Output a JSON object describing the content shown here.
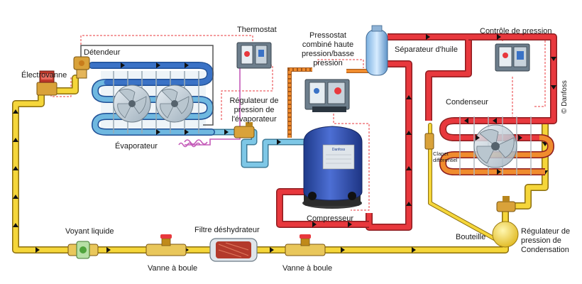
{
  "labels": {
    "detendeur": "Détendeur",
    "electrovanne": "Électrovanne",
    "thermostat": "Thermostat",
    "pressostat": "Pressostat combiné haute pression/basse pression",
    "pressostat_l1": "Pressostat",
    "pressostat_l2": "combiné haute",
    "pressostat_l3": "pression/basse",
    "pressostat_l4": "pression",
    "separateur": "Séparateur d'huile",
    "controle_pression": "Contrôle de pression",
    "condenseur": "Condenseur",
    "regulateur_evap_l1": "Régulateur de",
    "regulateur_evap_l2": "pression de",
    "regulateur_evap_l3": "l'évaporateur",
    "evaporateur": "Évaporateur",
    "clapet_l1": "Clapet",
    "clapet_l2": "différentiel",
    "compresseur": "Compresseur",
    "voyant": "Voyant liquide",
    "filtre": "Filtre déshydrateur",
    "vanne_gauche": "Vanne à boule",
    "vanne_droite": "Vanne à boule",
    "bouteille": "Bouteille",
    "regulateur_cond_l1": "Régulateur de",
    "regulateur_cond_l2": "pression de",
    "regulateur_cond_l3": "Condensation",
    "copyright": "© Danfoss"
  },
  "compressor_plate": "Danfoss",
  "colors": {
    "liquid": "#f2d33a",
    "hot_gas": "#e8383d",
    "suction": "#7ec7e6",
    "evap_coil": "#3a72c6",
    "condenser_orange": "#f08c2e",
    "compressor": "#2f4fae",
    "control_line": "#e8383d",
    "capillary": "#c45ab8"
  }
}
